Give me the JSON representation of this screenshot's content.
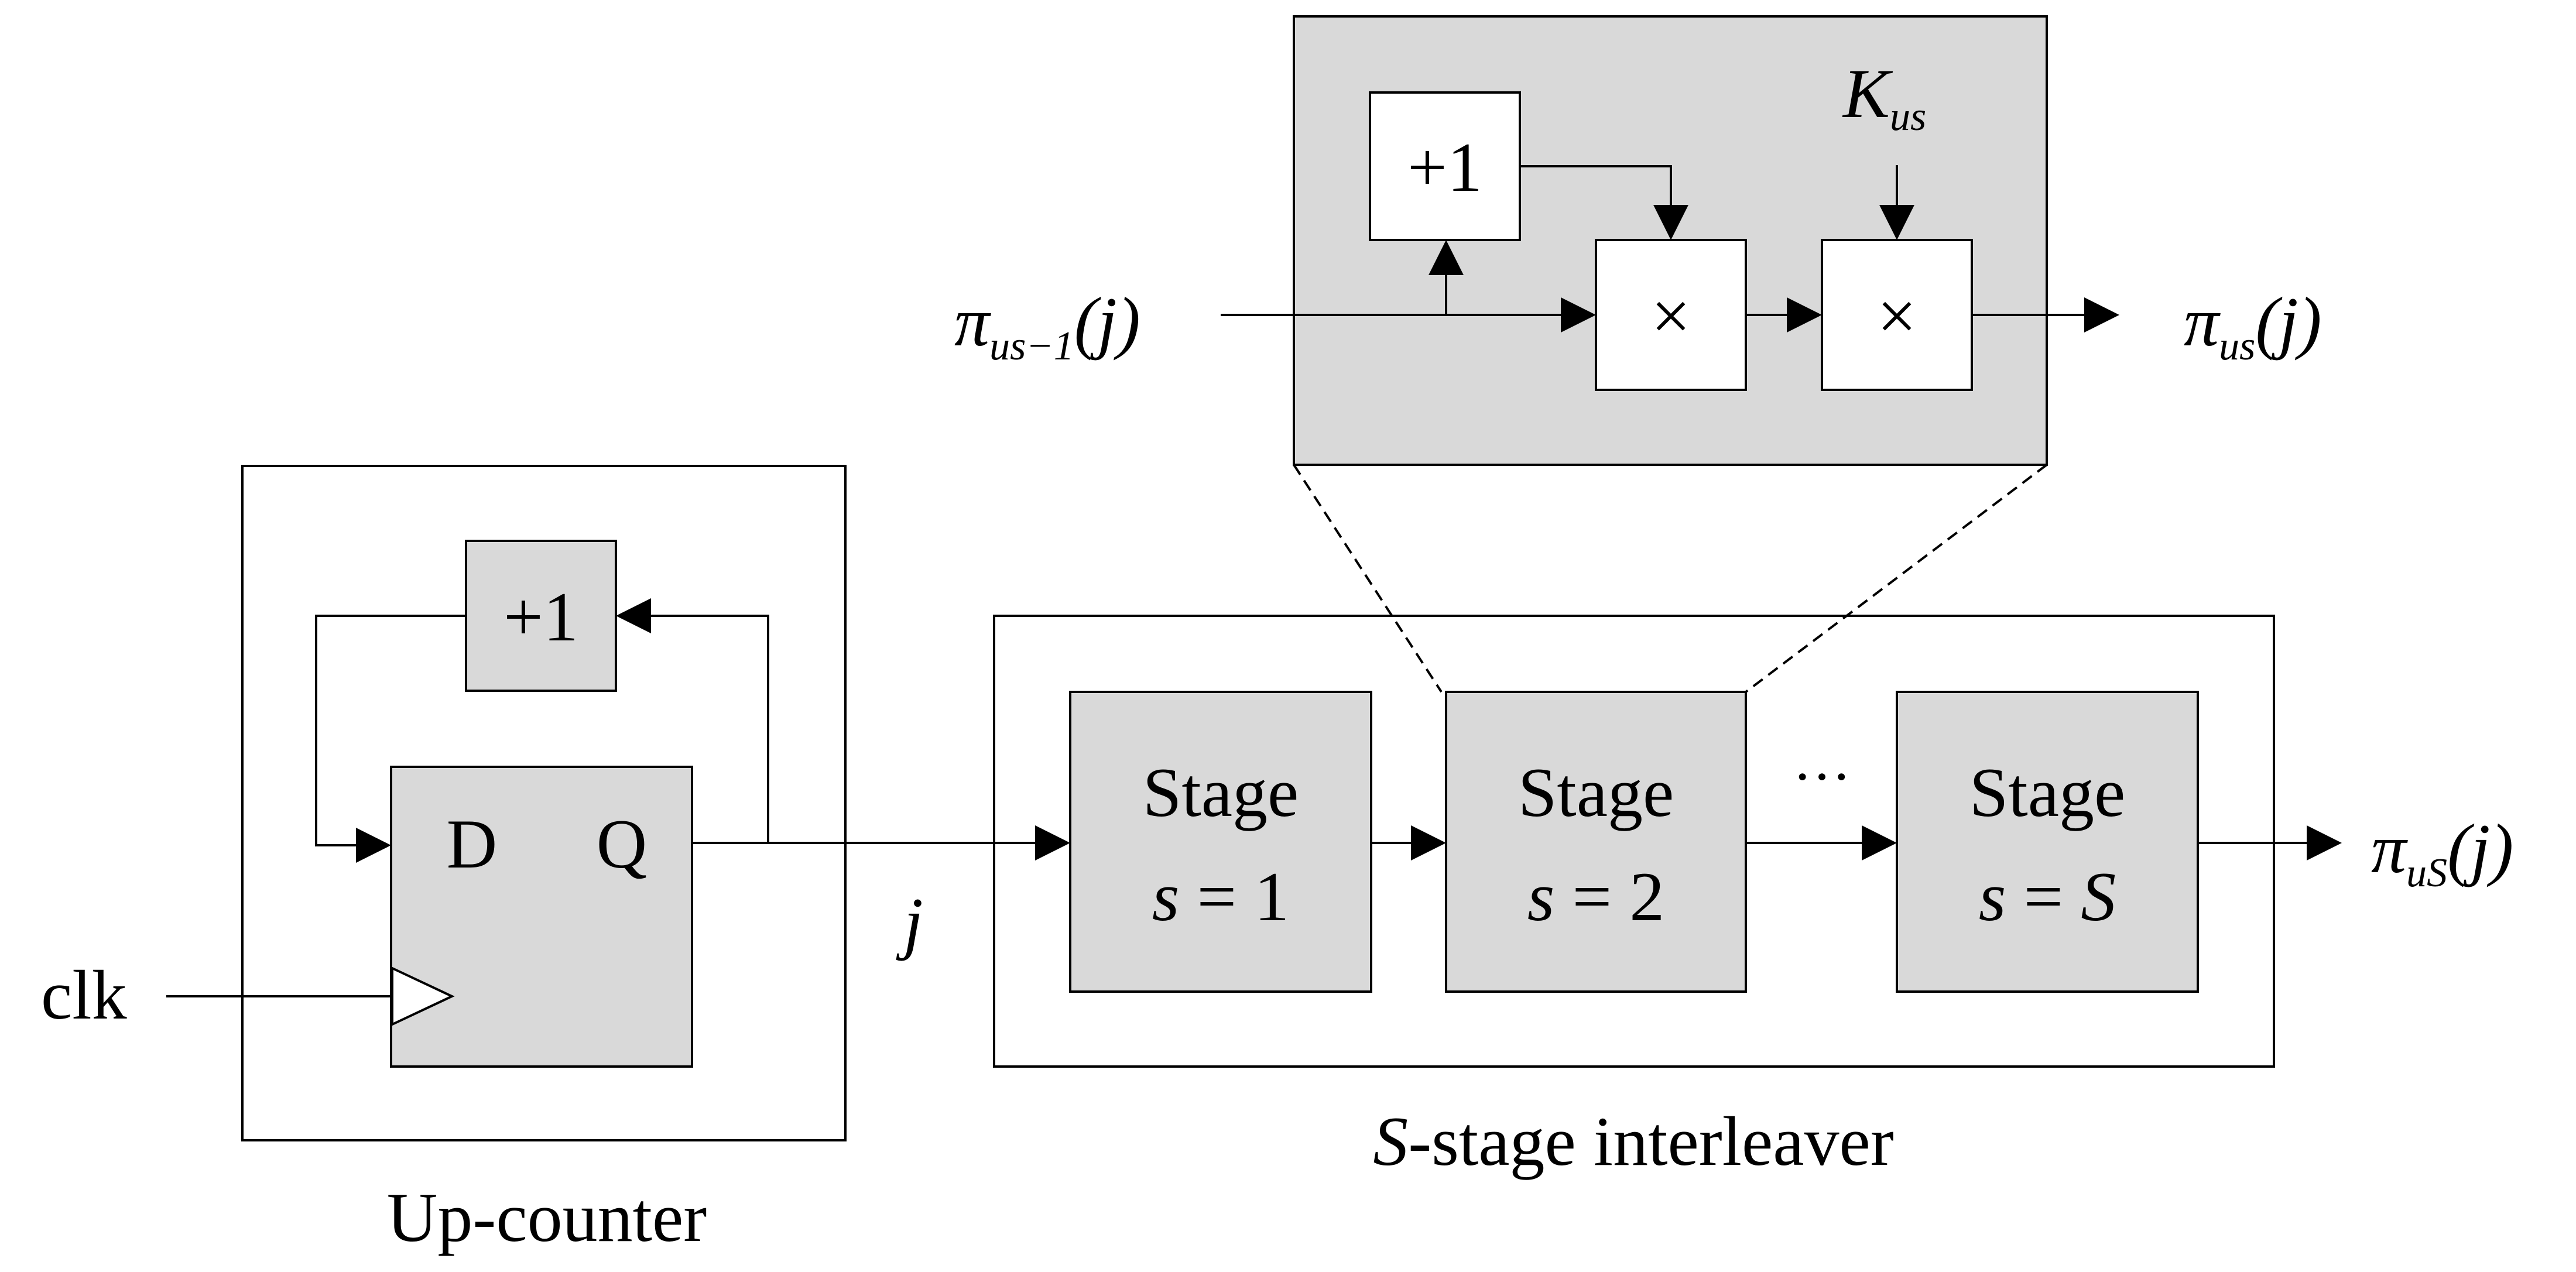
{
  "up_counter": {
    "caption": "Up-counter",
    "increment_label": "+1",
    "d_label": "D",
    "q_label": "Q",
    "clk_label": "clk"
  },
  "counter_output_label": "j",
  "interleaver": {
    "caption_var": "S",
    "caption_rest": "-stage interleaver",
    "stages": [
      {
        "title": "Stage",
        "var": "s",
        "eq": " = ",
        "value": "1",
        "value_italic": false
      },
      {
        "title": "Stage",
        "var": "s",
        "eq": " = ",
        "value": "2",
        "value_italic": false
      },
      {
        "title": "Stage",
        "var": "s",
        "eq": " = ",
        "value": "S",
        "value_italic": true
      }
    ],
    "ellipsis": "···",
    "output": {
      "pi": "π",
      "sub": "uS",
      "arg": "(j)"
    }
  },
  "detail": {
    "increment_label": "+1",
    "multiply_symbol": "×",
    "k": {
      "base": "K",
      "sub": "us"
    },
    "input": {
      "pi": "π",
      "sub": "us−1",
      "arg": "(j)"
    },
    "output": {
      "pi": "π",
      "sub": "us",
      "arg": "(j)"
    }
  }
}
